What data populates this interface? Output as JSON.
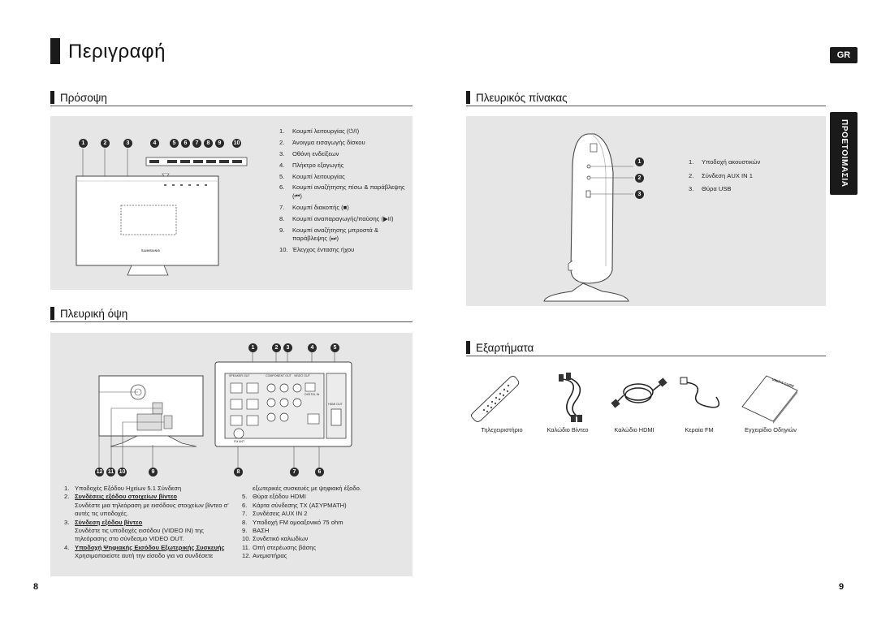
{
  "page": {
    "title": "Περιγραφή",
    "badge": "GR",
    "side_tab": "ΠΡΟΕΤΟΙΜΑΣΙΑ",
    "page_left": "8",
    "page_right": "9"
  },
  "front": {
    "heading": "Πρόσοψη",
    "callouts": [
      "1",
      "2",
      "3",
      "4",
      "5",
      "6",
      "7",
      "8",
      "9",
      "10"
    ],
    "brand": "SAMSUNG",
    "items": [
      {
        "n": "1.",
        "t": "Κουμπί λειτουργίας (⏻/I)"
      },
      {
        "n": "2.",
        "t": "Άνοιγμα εισαγωγής δίσκου"
      },
      {
        "n": "3.",
        "t": "Οθόνη ενδείξεων"
      },
      {
        "n": "4.",
        "t": "Πλήκτρο εξαγωγής"
      },
      {
        "n": "5.",
        "t": "Κουμπί λειτουργίας"
      },
      {
        "n": "6.",
        "t": "Κουμπί αναζήτησης πίσω & παράβλεψης (⏮)"
      },
      {
        "n": "7.",
        "t": "Κουμπί διακοπής (■)"
      },
      {
        "n": "8.",
        "t": "Κουμπί αναπαραγωγής/παύσης (▶II)"
      },
      {
        "n": "9.",
        "t": "Κουμπί αναζήτησης μπροστά & παράβλεψης (⏭)"
      },
      {
        "n": "10.",
        "t": "Έλεγχος έντασης ήχου"
      }
    ]
  },
  "side_panel": {
    "heading": "Πλευρικός πίνακας",
    "callouts": [
      "1",
      "2",
      "3"
    ],
    "items": [
      {
        "n": "1.",
        "t": "Υποδοχή ακουστικών"
      },
      {
        "n": "2.",
        "t": "Σύνδεση AUX IN 1"
      },
      {
        "n": "3.",
        "t": "Θύρα USB"
      }
    ]
  },
  "side_view": {
    "heading": "Πλευρική όψη",
    "callouts_top": [
      "1",
      "2",
      "3",
      "4",
      "5"
    ],
    "callouts_bottom": [
      "12",
      "11",
      "10",
      "9",
      "8",
      "7",
      "6"
    ],
    "connector_labels": [
      "SPEAKER OUT",
      "COMPONENT OUT",
      "VIDEO OUT",
      "DIGITAL IN",
      "HDMI OUT",
      "FM ANT"
    ],
    "items_left": [
      {
        "n": "1.",
        "t": "Υποδοχές Εξόδου Ηχείων 5.1 Σύνδεση",
        "bold": false,
        "d": ""
      },
      {
        "n": "2.",
        "t": "Συνδέσεις εξόδου στοιχείων βίντεο",
        "bold": true,
        "d": "Συνδέστε μια τηλεόραση με εισόδους στοιχείων βίντεο σ' αυτές τις υποδοχές."
      },
      {
        "n": "3.",
        "t": "Σύνδεση εξόδου βίντεο",
        "bold": true,
        "d": "Συνδέστε τις υποδοχές εισόδου (VIDEO IN) της τηλεόρασης στο σύνδεσμο VIDEO OUT."
      },
      {
        "n": "4.",
        "t": "Υποδοχή Ψηφιακής Εισόδου Εξωτερικής Συσκευής",
        "bold": true,
        "d": "Χρησιμοποιείστε αυτή την είσοδο για να συνδέσετε"
      }
    ],
    "items_right": [
      {
        "n": "",
        "t": "εξωτερικές συσκευές με ψηφιακή έξοδο."
      },
      {
        "n": "5.",
        "t": "Θύρα εξόδου HDMI"
      },
      {
        "n": "6.",
        "t": "Κάρτα σύνδεσης TX (ΑΣΥΡΜΑΤΗ)"
      },
      {
        "n": "7.",
        "t": "Συνδέσεις AUX IN 2"
      },
      {
        "n": "8.",
        "t": "Υποδοχή FM ομοαξονικό 75 ohm"
      },
      {
        "n": "9.",
        "t": "ΒΑΣΗ"
      },
      {
        "n": "10.",
        "t": "Συνδετικό καλωδίων"
      },
      {
        "n": "11.",
        "t": "Οπή στερέωσης βάσης"
      },
      {
        "n": "12.",
        "t": "Ανεμιστήρας"
      }
    ]
  },
  "accessories": {
    "heading": "Εξαρτήματα",
    "items": [
      "Τηλεχειριστήριο",
      "Καλώδιο Βίντεο",
      "Καλώδιο HDMI",
      "Κεραία FM",
      "Εγχειρίδιο Οδηγιών"
    ],
    "manual_cover": "USER'S GUIDE"
  }
}
